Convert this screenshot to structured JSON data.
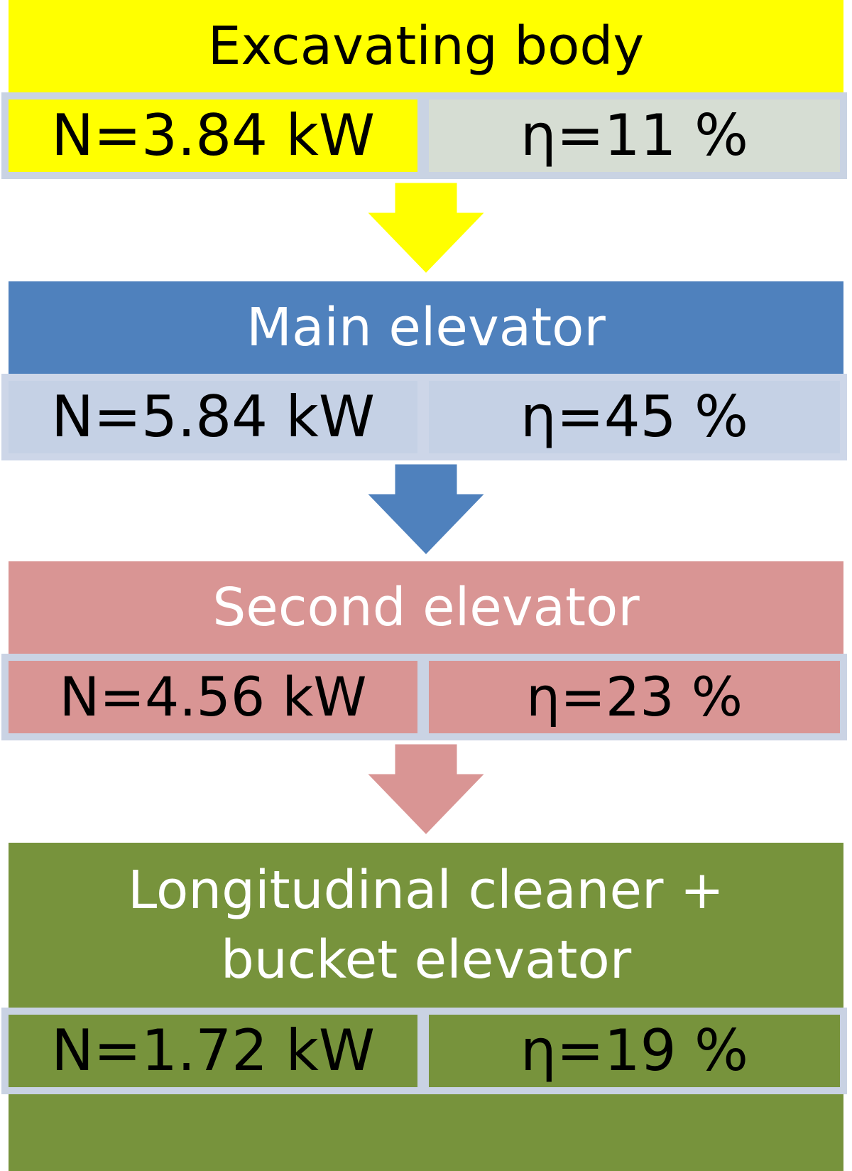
{
  "stages": [
    {
      "title": "Excavating body",
      "power": "N=3.84 kW",
      "efficiency": "η=11 %",
      "color": "#ffff00"
    },
    {
      "title": "Main elevator",
      "power": "N=5.84 kW",
      "efficiency": "η=45 %",
      "color": "#4f81bd"
    },
    {
      "title": "Second elevator",
      "power": "N=4.56 kW",
      "efficiency": "η=23 %",
      "color": "#d99594"
    },
    {
      "title": "Longitudinal cleaner + bucket elevator",
      "power": "N=1.72 kW",
      "efficiency": "η=19 %",
      "color": "#77933c"
    }
  ],
  "arrows": [
    {
      "from": "Excavating body",
      "to": "Main elevator",
      "color": "#ffff00",
      "icon": "down-arrow-icon"
    },
    {
      "from": "Main elevator",
      "to": "Second elevator",
      "color": "#4f81bd",
      "icon": "down-arrow-icon"
    },
    {
      "from": "Second elevator",
      "to": "Longitudinal cleaner + bucket elevator",
      "color": "#d99594",
      "icon": "down-arrow-icon"
    }
  ]
}
